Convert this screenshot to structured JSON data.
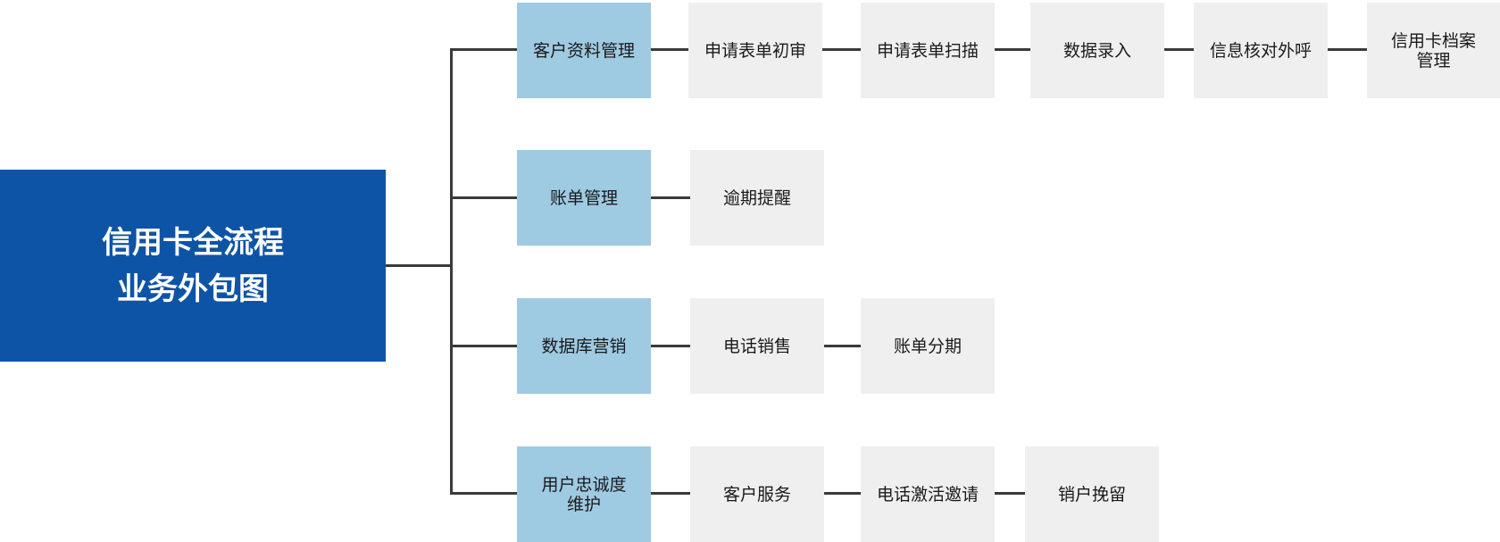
{
  "root": {
    "label": "信用卡全流程\n业务外包图"
  },
  "branches": [
    {
      "label": "客户资料管理",
      "children": [
        "申请表单初审",
        "申请表单扫描",
        "数据录入",
        "信息核对外呼",
        "信用卡档案\n管理"
      ]
    },
    {
      "label": "账单管理",
      "children": [
        "逾期提醒"
      ]
    },
    {
      "label": "数据库营销",
      "children": [
        "电话销售",
        "账单分期"
      ]
    },
    {
      "label": "用户忠诚度\n维护",
      "children": [
        "客户服务",
        "电话激活邀请",
        "销户挽留"
      ]
    }
  ],
  "colors": {
    "root": "#0e54a6",
    "category": "#9ecae2",
    "leaf": "#efefef",
    "connector": "#3a3a3a"
  }
}
